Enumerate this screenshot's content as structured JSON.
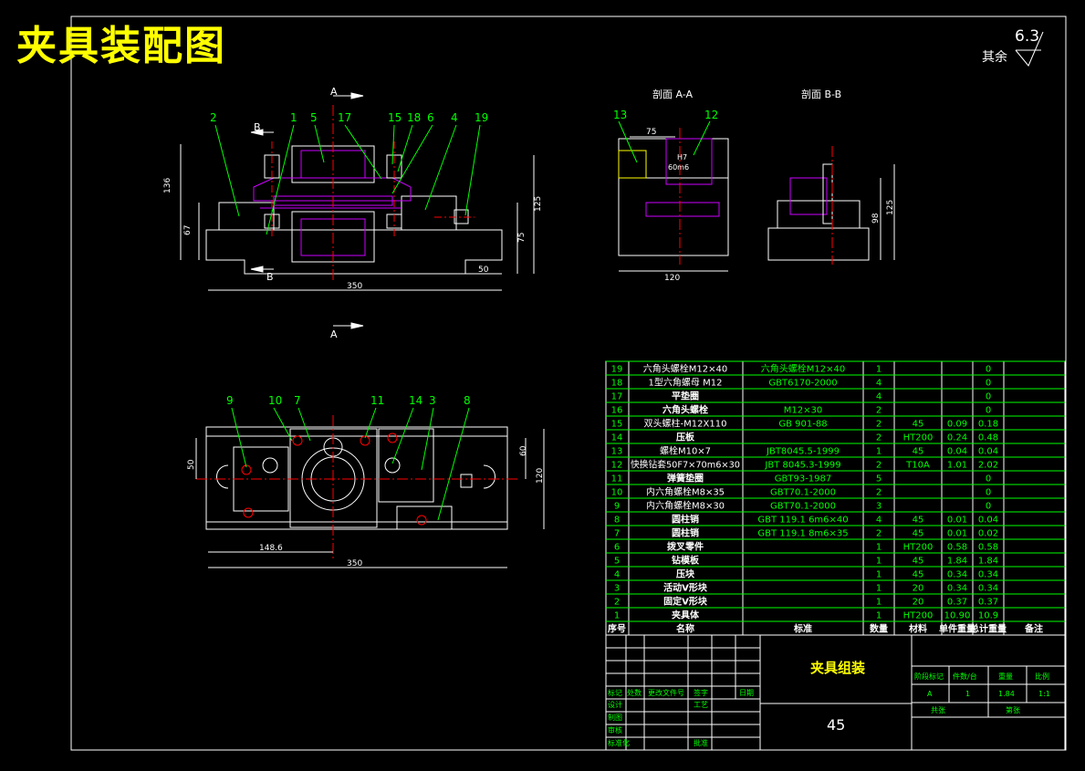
{
  "drawing_title": "夹具装配图",
  "roughness": {
    "prefix": "其余",
    "value": "6.3"
  },
  "views": {
    "section_aa": "剖面 A-A",
    "section_bb": "剖面 B-B",
    "cut_a": "A",
    "cut_b": "B"
  },
  "front_view": {
    "balloons": [
      "2",
      "1",
      "5",
      "17",
      "15",
      "18",
      "6",
      "4",
      "19"
    ],
    "dims": {
      "d136": "136",
      "d67": "67",
      "d125": "125",
      "d75": "75",
      "d50": "50",
      "d350": "350"
    }
  },
  "top_view": {
    "balloons": [
      "9",
      "10",
      "7",
      "11",
      "14",
      "3",
      "8"
    ],
    "dims": {
      "d50": "50",
      "d60": "60",
      "d120": "120",
      "d1486": "148.6",
      "d350": "350"
    }
  },
  "section_aa_view": {
    "balloons": [
      "13",
      "12"
    ],
    "dims": {
      "d75": "75",
      "h7": "H7",
      "m6": "60m6",
      "d120": "120"
    }
  },
  "section_bb_view": {
    "dims": {
      "d98": "98",
      "d125": "125"
    }
  },
  "bom": {
    "rows": [
      {
        "no": "19",
        "name": "六角头螺栓M12×40",
        "std": "六角头螺栓M12×40",
        "qty": "1",
        "mat": "",
        "unit": "",
        "total": "0",
        "note": ""
      },
      {
        "no": "18",
        "name": "1型六角螺母 M12",
        "std": "GBT6170-2000",
        "qty": "4",
        "mat": "",
        "unit": "",
        "total": "0",
        "note": ""
      },
      {
        "no": "17",
        "name": "平垫圈",
        "std": "",
        "qty": "4",
        "mat": "",
        "unit": "",
        "total": "0",
        "note": ""
      },
      {
        "no": "16",
        "name": "六角头螺栓",
        "std": "M12×30",
        "qty": "2",
        "mat": "",
        "unit": "",
        "total": "0",
        "note": ""
      },
      {
        "no": "15",
        "name": "双头螺柱-M12X110",
        "std": "GB 901-88",
        "qty": "2",
        "mat": "45",
        "unit": "0.09",
        "total": "0.18",
        "note": ""
      },
      {
        "no": "14",
        "name": "压板",
        "std": "",
        "qty": "2",
        "mat": "HT200",
        "unit": "0.24",
        "total": "0.48",
        "note": ""
      },
      {
        "no": "13",
        "name": "螺栓M10×7",
        "std": "JBT8045.5-1999",
        "qty": "1",
        "mat": "45",
        "unit": "0.04",
        "total": "0.04",
        "note": ""
      },
      {
        "no": "12",
        "name": "快换钻套50F7×70m6×30",
        "std": "JBT 8045.3-1999",
        "qty": "2",
        "mat": "T10A",
        "unit": "1.01",
        "total": "2.02",
        "note": ""
      },
      {
        "no": "11",
        "name": "弹簧垫圈",
        "std": "GBT93-1987",
        "qty": "5",
        "mat": "",
        "unit": "",
        "total": "0",
        "note": ""
      },
      {
        "no": "10",
        "name": "内六角螺栓M8×35",
        "std": "GBT70.1-2000",
        "qty": "2",
        "mat": "",
        "unit": "",
        "total": "0",
        "note": ""
      },
      {
        "no": "9",
        "name": "内六角螺栓M8×30",
        "std": "GBT70.1-2000",
        "qty": "3",
        "mat": "",
        "unit": "",
        "total": "0",
        "note": ""
      },
      {
        "no": "8",
        "name": "圆柱销",
        "std": "GBT 119.1 6m6×40",
        "qty": "4",
        "mat": "45",
        "unit": "0.01",
        "total": "0.04",
        "note": ""
      },
      {
        "no": "7",
        "name": "圆柱销",
        "std": "GBT 119.1 8m6×35",
        "qty": "2",
        "mat": "45",
        "unit": "0.01",
        "total": "0.02",
        "note": ""
      },
      {
        "no": "6",
        "name": "拨叉零件",
        "std": "",
        "qty": "1",
        "mat": "HT200",
        "unit": "0.58",
        "total": "0.58",
        "note": ""
      },
      {
        "no": "5",
        "name": "钻模板",
        "std": "",
        "qty": "1",
        "mat": "45",
        "unit": "1.84",
        "total": "1.84",
        "note": ""
      },
      {
        "no": "4",
        "name": "压块",
        "std": "",
        "qty": "1",
        "mat": "45",
        "unit": "0.34",
        "total": "0.34",
        "note": ""
      },
      {
        "no": "3",
        "name": "活动V形块",
        "std": "",
        "qty": "1",
        "mat": "20",
        "unit": "0.34",
        "total": "0.34",
        "note": ""
      },
      {
        "no": "2",
        "name": "固定V形块",
        "std": "",
        "qty": "1",
        "mat": "20",
        "unit": "0.37",
        "total": "0.37",
        "note": ""
      },
      {
        "no": "1",
        "name": "夹具体",
        "std": "",
        "qty": "1",
        "mat": "HT200",
        "unit": "10.90",
        "total": "10.9",
        "note": ""
      }
    ],
    "header": {
      "no": "序号",
      "name": "名称",
      "std": "标准",
      "qty": "数量",
      "mat": "材料",
      "unit": "单件重量",
      "total": "总计重量",
      "note": "备注"
    }
  },
  "title_block": {
    "drawing_name": "夹具组装",
    "material": "45",
    "left_labels": {
      "mark": "标记",
      "count": "处数",
      "doc": "更改文件号",
      "sign": "签字",
      "date": "日期",
      "design": "设计",
      "draw": "制图",
      "check": "审核",
      "std_check": "标准化",
      "proc": "工艺",
      "approve": "批准"
    },
    "right_headers": {
      "stage": "阶段标记",
      "weight": "件数/台",
      "scale_w": "重量",
      "scale": "比例"
    },
    "right_values": {
      "stage": "A",
      "count": "1",
      "weight": "1.84",
      "scale": "1:1"
    },
    "sheet_labels": {
      "total": "共张",
      "sheet": "第张"
    }
  }
}
